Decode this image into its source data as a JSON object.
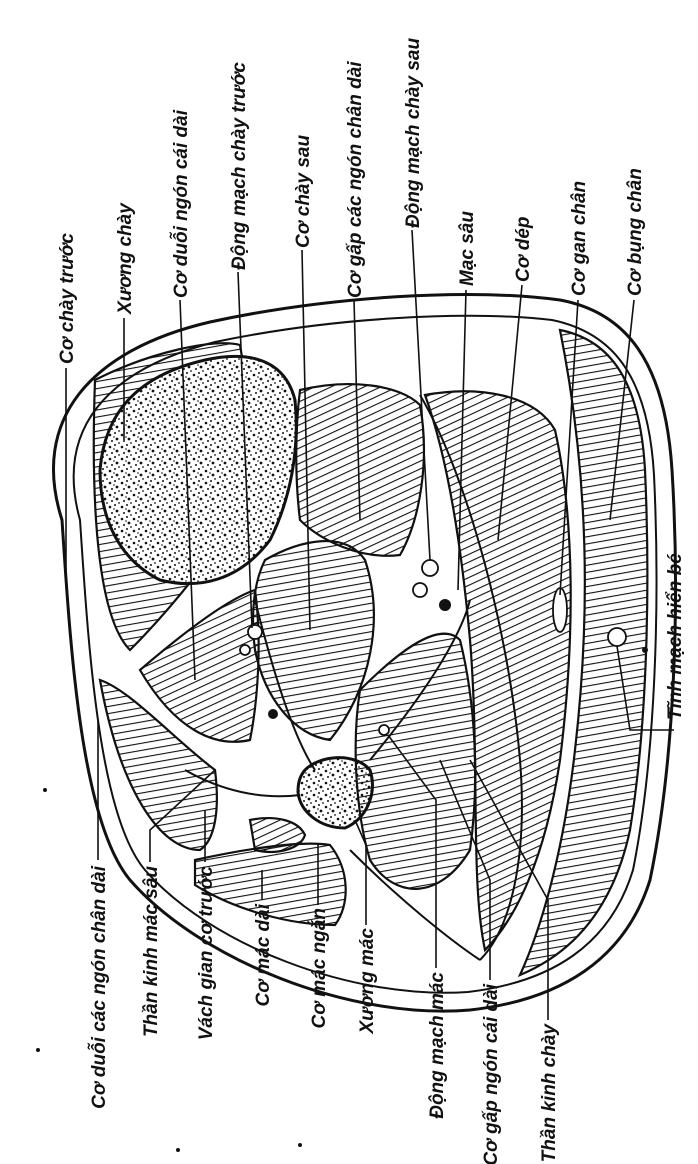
{
  "labels": {
    "co_chay_truoc": "Cơ chày trước",
    "xuong_chay": "Xương chày",
    "co_duoi_ngon_cai_dai": "Cơ duỗi ngón cái dài",
    "dong_mach_chay_truoc": "Động mạch chày trước",
    "co_chay_sau": "Cơ chày sau",
    "co_gap_cac_ngon_chan_dai": "Cơ gấp các ngón chân dài",
    "dong_mach_chay_sau": "Động mạch chày sau",
    "mac_sau": "Mạc sâu",
    "co_dep": "Cơ dép",
    "co_gan_chan": "Cơ gan chân",
    "co_bung_chan": "Cơ bụng chân",
    "tinh_mach_hien_be": "Tĩnh mạch hiển bé",
    "co_duoi_cac_ngon_chan_dai": "Cơ duỗi các ngón chân dài",
    "than_kinh_mac_sau": "Thần kinh mác sâu",
    "vach_gian_co_truoc": "Vách gian cơ trước",
    "co_mac_dai": "Cơ mác dài",
    "co_mac_ngan": "Cơ mác ngắn",
    "xuong_mac": "Xương mác",
    "dong_mach_mac": "Động mạch mác",
    "co_gap_ngon_cai_dai": "Cơ gấp ngón cái dài",
    "than_kinh_chay": "Thần kinh chày"
  }
}
